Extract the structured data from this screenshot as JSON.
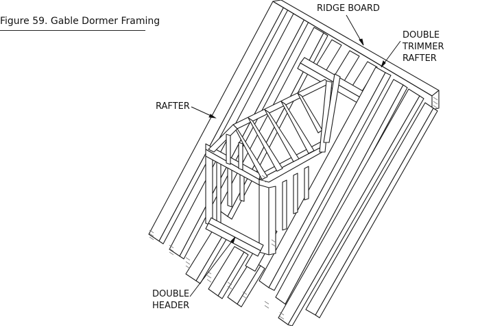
{
  "caption": "Figure 59. Gable Dormer Framing",
  "labels": {
    "ridge_board": "RIDGE BOARD",
    "double_trimmer_rafter": [
      "DOUBLE",
      "TRIMMER",
      "RAFTER"
    ],
    "rafter": "RAFTER",
    "double_header": [
      "DOUBLE",
      "HEADER"
    ]
  },
  "colors": {
    "line": "#1a1a1a",
    "wood": "#ffffff",
    "hatch": "#777777"
  }
}
